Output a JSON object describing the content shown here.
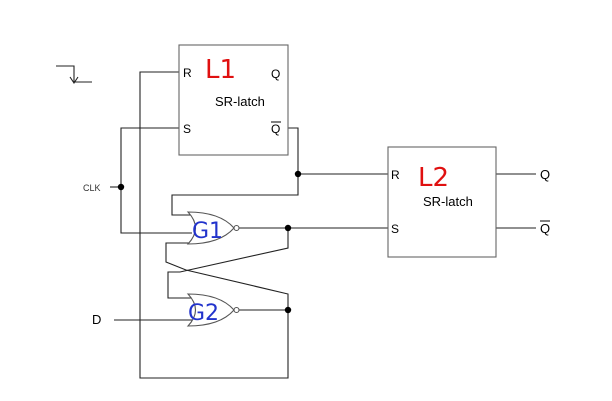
{
  "latch1": {
    "handwritten_label": "L1",
    "name": "SR-latch",
    "port_r": "R",
    "port_s": "S",
    "port_q": "Q",
    "port_qbar": "Q"
  },
  "latch2": {
    "handwritten_label": "L2",
    "name": "SR-latch",
    "port_r": "R",
    "port_s": "S"
  },
  "gate1": {
    "handwritten_label": "G1"
  },
  "gate2": {
    "handwritten_label": "G2"
  },
  "signals": {
    "clk": "CLK",
    "d": "D",
    "q": "Q",
    "qbar": "Q"
  },
  "colors": {
    "annotation_latch": "#e01010",
    "annotation_gate": "#2233cc"
  }
}
